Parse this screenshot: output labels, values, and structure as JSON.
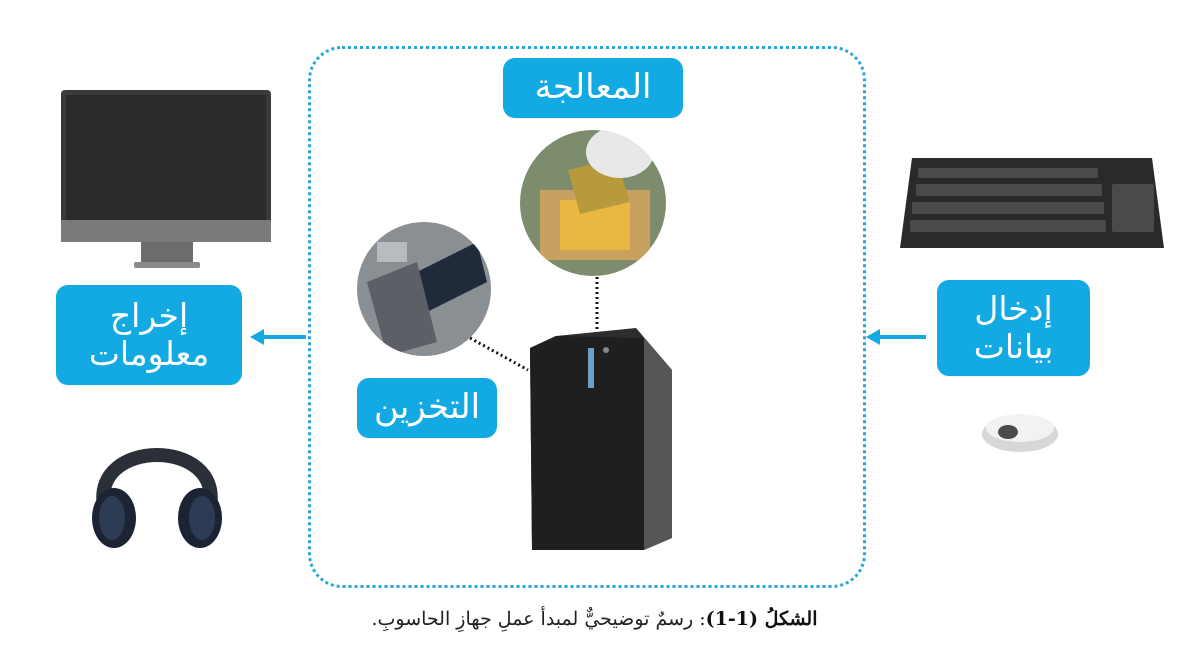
{
  "labels": {
    "processing": "المعالجة",
    "storage": "التخزين",
    "input_line1": "إدخال",
    "input_line2": "بيانات",
    "output_line1": "إخراج",
    "output_line2": "معلومات"
  },
  "caption": {
    "figure_number": "الشكلُ (1-1)",
    "text": ": رسمٌ توضيحيٌّ لمبدأ عملِ جهازِ الحاسوبِ."
  },
  "colors": {
    "accent": "#13a9e3",
    "boundary": "#2ba6dd",
    "label_text": "#ffffff"
  },
  "icons": [
    "monitor-icon",
    "headphones-icon",
    "keyboard-icon",
    "mouse-icon",
    "pc-tower-icon",
    "cpu-photo",
    "ssd-photo"
  ]
}
